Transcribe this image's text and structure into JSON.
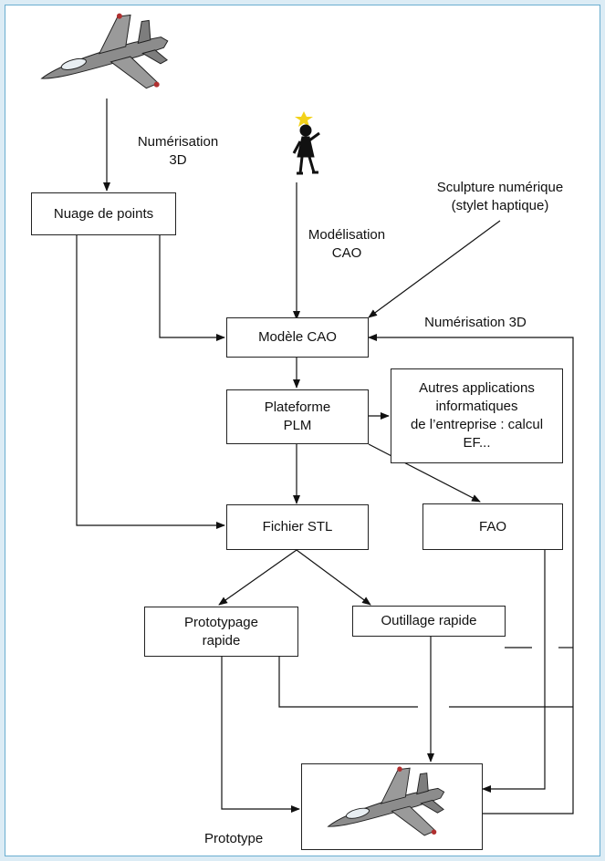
{
  "boxes": {
    "nuage": "Nuage de points",
    "modele": "Modèle CAO",
    "plm": "Plateforme\nPLM",
    "autres": "Autres applications\ninformatiques\nde l’entreprise : calcul\nEF...",
    "stl": "Fichier STL",
    "fao": "FAO",
    "prototypage": "Prototypage\nrapide",
    "outillage": "Outillage rapide"
  },
  "labels": {
    "numerisation_3d_top": "Numérisation\n3D",
    "modelisation_cao": "Modélisation\nCAO",
    "sculpture": "Sculpture numérique\n(stylet haptique)",
    "numerisation_3d_right": "Numérisation 3D",
    "prototype": "Prototype"
  },
  "icons": {
    "airplane": "jet-airplane-icon",
    "person": "person-idea-icon"
  }
}
